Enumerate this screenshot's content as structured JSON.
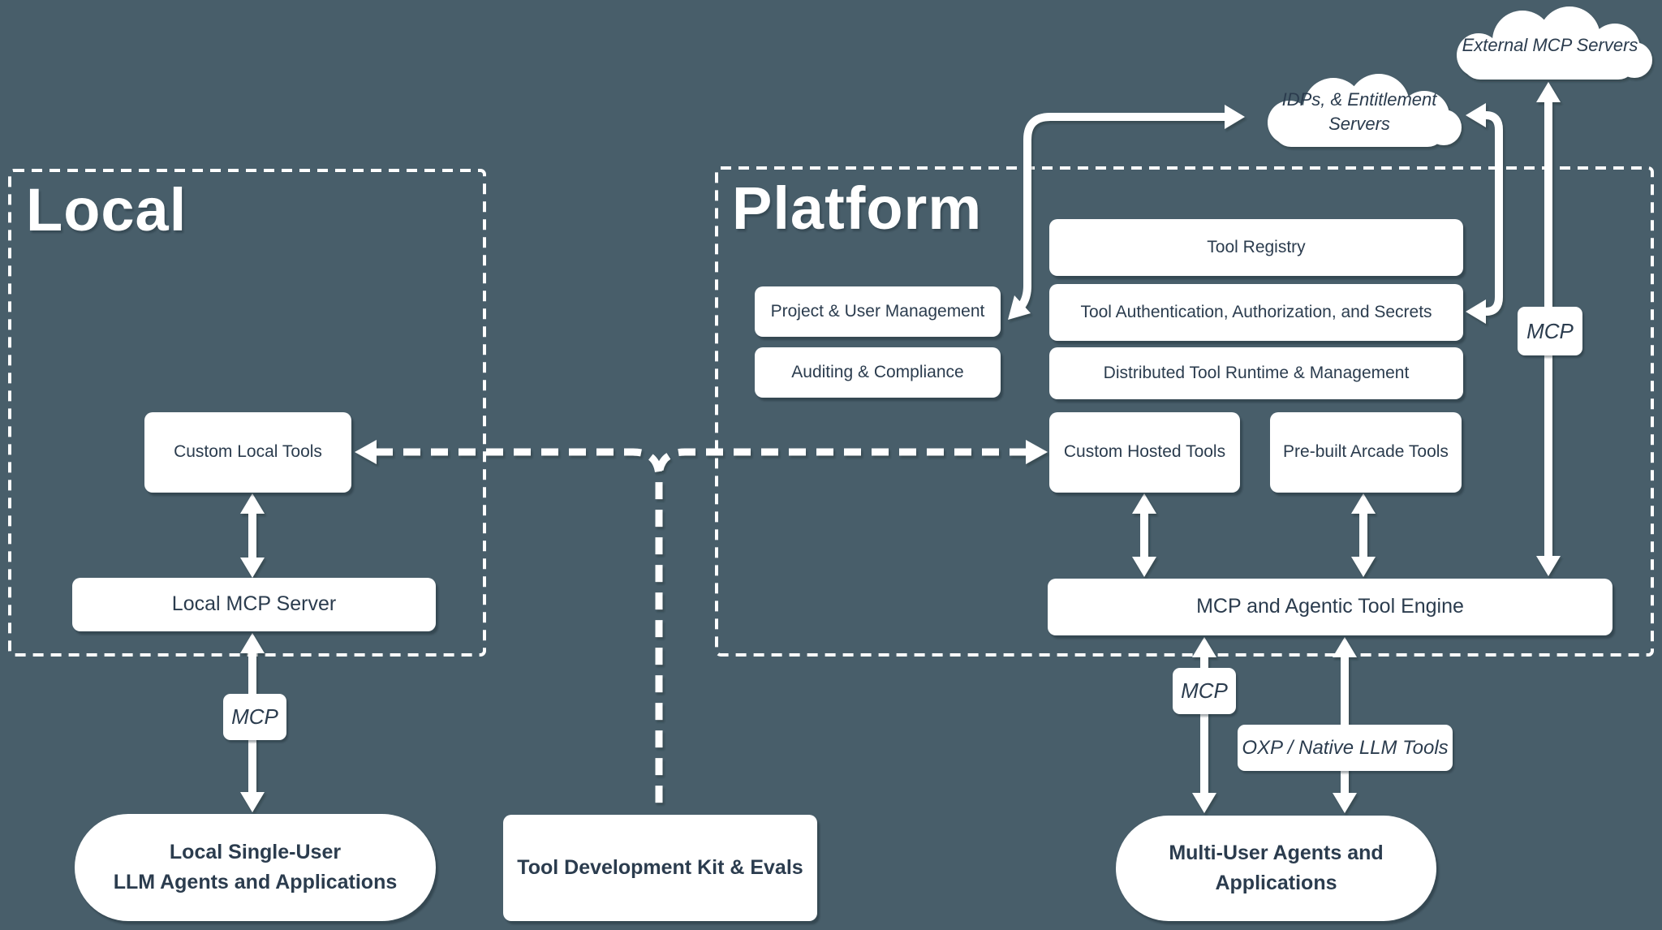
{
  "colors": {
    "background": "#485e6a",
    "box_fill": "#ffffff",
    "box_text": "#2b3c4e",
    "line": "#ffffff"
  },
  "local": {
    "title": "Local",
    "custom_local_tools": "Custom Local Tools",
    "local_mcp_server": "Local MCP Server"
  },
  "platform": {
    "title": "Platform",
    "tool_registry": "Tool Registry",
    "project_user_management": "Project & User Management",
    "tool_auth": "Tool Authentication, Authorization, and Secrets",
    "auditing_compliance": "Auditing & Compliance",
    "distributed_runtime": "Distributed Tool Runtime & Management",
    "custom_hosted_tools": "Custom Hosted Tools",
    "prebuilt_arcade_tools": "Pre-built Arcade Tools",
    "engine": "MCP and Agentic Tool Engine"
  },
  "clouds": {
    "external_mcp": "External MCP Servers",
    "idps_line1": "IDPs, & Entitlement",
    "idps_line2": "Servers"
  },
  "protocol_labels": {
    "mcp_local": "MCP",
    "mcp_agents": "MCP",
    "mcp_external": "MCP",
    "oxp": "OXP / Native LLM Tools"
  },
  "bottom": {
    "local_agents_line1": "Local Single-User",
    "local_agents_line2": "LLM Agents and Applications",
    "tool_dev_kit": "Tool Development Kit & Evals",
    "multi_user_line1": "Multi-User Agents and",
    "multi_user_line2": "Applications"
  }
}
